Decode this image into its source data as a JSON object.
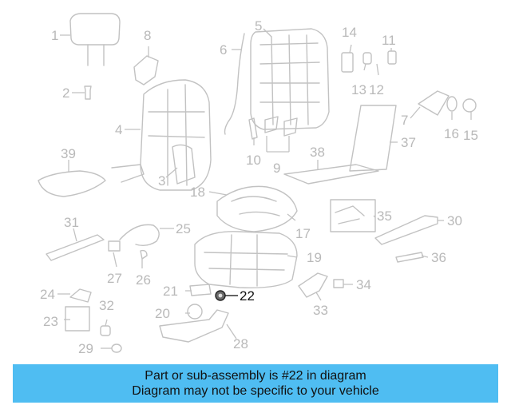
{
  "diagram": {
    "highlighted_part": "22",
    "callouts": [
      "1",
      "2",
      "3",
      "4",
      "5",
      "6",
      "7",
      "8",
      "9",
      "10",
      "11",
      "12",
      "13",
      "14",
      "15",
      "16",
      "17",
      "18",
      "19",
      "20",
      "21",
      "22",
      "23",
      "24",
      "25",
      "26",
      "27",
      "28",
      "29",
      "30",
      "31",
      "32",
      "33",
      "34",
      "35",
      "36",
      "37",
      "38",
      "39"
    ],
    "colors": {
      "line": "#c2c2c2",
      "highlight": "#111111",
      "banner": "#4fbdf2"
    }
  },
  "banner": {
    "line1": "Part or sub-assembly is #22 in diagram",
    "line2": "Diagram may not be specific to your vehicle"
  }
}
